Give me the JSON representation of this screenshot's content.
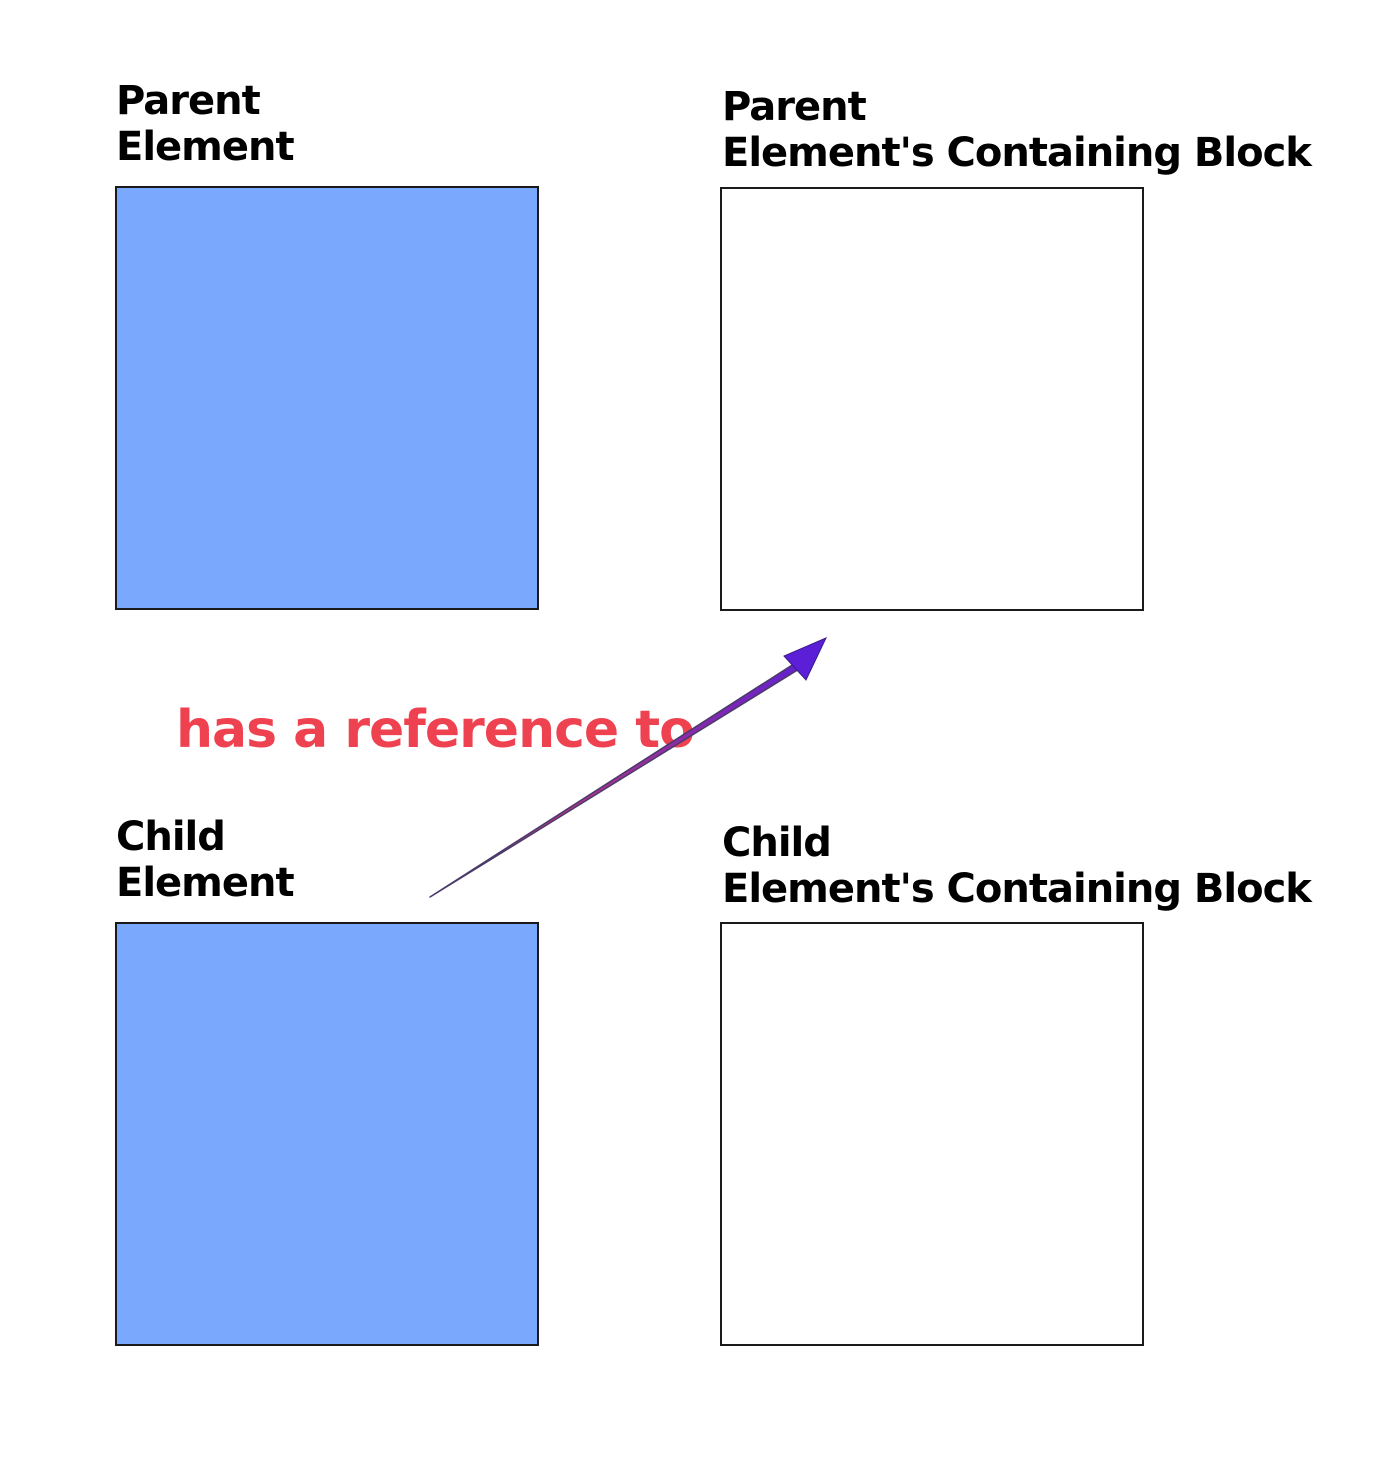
{
  "parent_element": {
    "label_line1": "Parent",
    "label_line2": "Element",
    "fill_color": "#7aa8fd"
  },
  "parent_containing_block": {
    "label_line1": "Parent",
    "label_line2": "Element's Containing Block"
  },
  "child_element": {
    "label_line1": "Child",
    "label_line2": "Element",
    "fill_color": "#7aa8fd"
  },
  "child_containing_block": {
    "label_line1": "Child",
    "label_line2": "Element's Containing Block"
  },
  "relation": {
    "text": "has a reference to",
    "color": "#ef4251",
    "arrow_color_start": "#e0405a",
    "arrow_color_end": "#5a1fd6"
  }
}
